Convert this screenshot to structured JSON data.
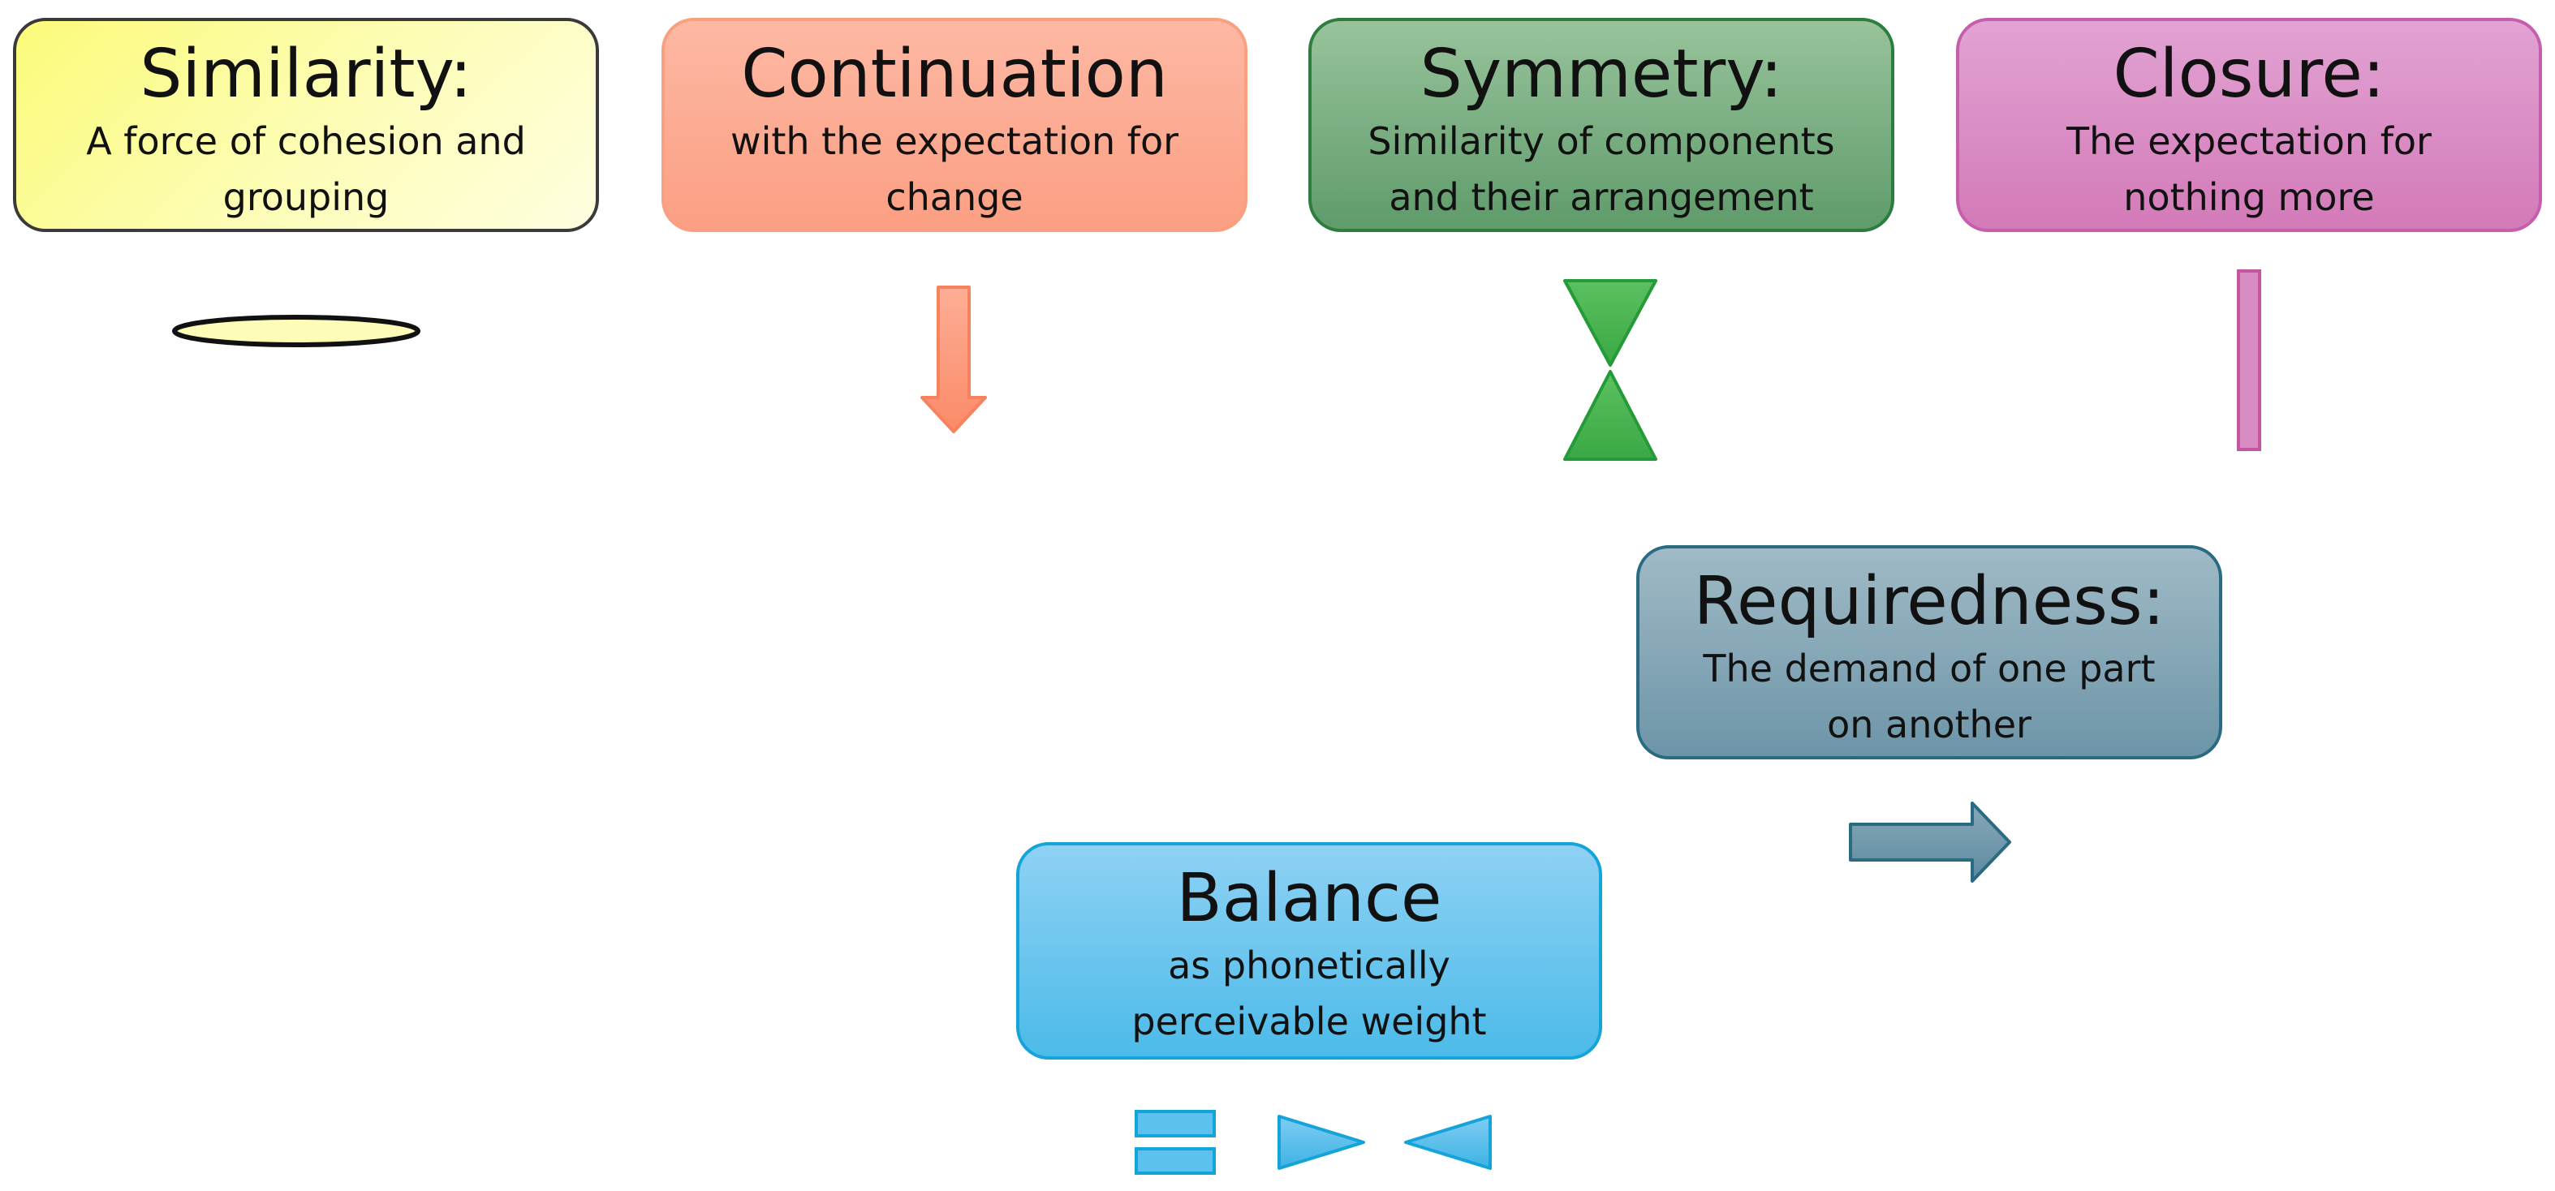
{
  "boxes": {
    "similarity": {
      "title": "Similarity:",
      "line1": "A force of cohesion and",
      "line2": "grouping"
    },
    "continuation": {
      "title": "Continuation",
      "line1": "with the expectation for",
      "line2": "change"
    },
    "symmetry": {
      "title": "Symmetry:",
      "line1": "Similarity of components",
      "line2": "and their arrangement"
    },
    "closure": {
      "title": "Closure:",
      "line1": "The expectation for",
      "line2": "nothing more"
    },
    "requiredness": {
      "title": "Requiredness:",
      "line1": "The demand of one part",
      "line2": "on another"
    },
    "balance": {
      "title": "Balance",
      "line1": "as phonetically",
      "line2": "perceivable weight"
    }
  },
  "symbols": {
    "similarity": "ellipse",
    "continuation": "down-arrow",
    "symmetry": "hourglass-triangles",
    "closure": "vertical-bar",
    "requiredness": "right-arrow",
    "balance": "equals-and-facing-triangles"
  },
  "colors": {
    "similarity": "#fdfdb8",
    "continuation": "#fc9f83",
    "symmetry": "#4cb050",
    "closure": "#d37ab8",
    "requiredness": "#6d95a8",
    "balance": "#4cbbe9"
  }
}
